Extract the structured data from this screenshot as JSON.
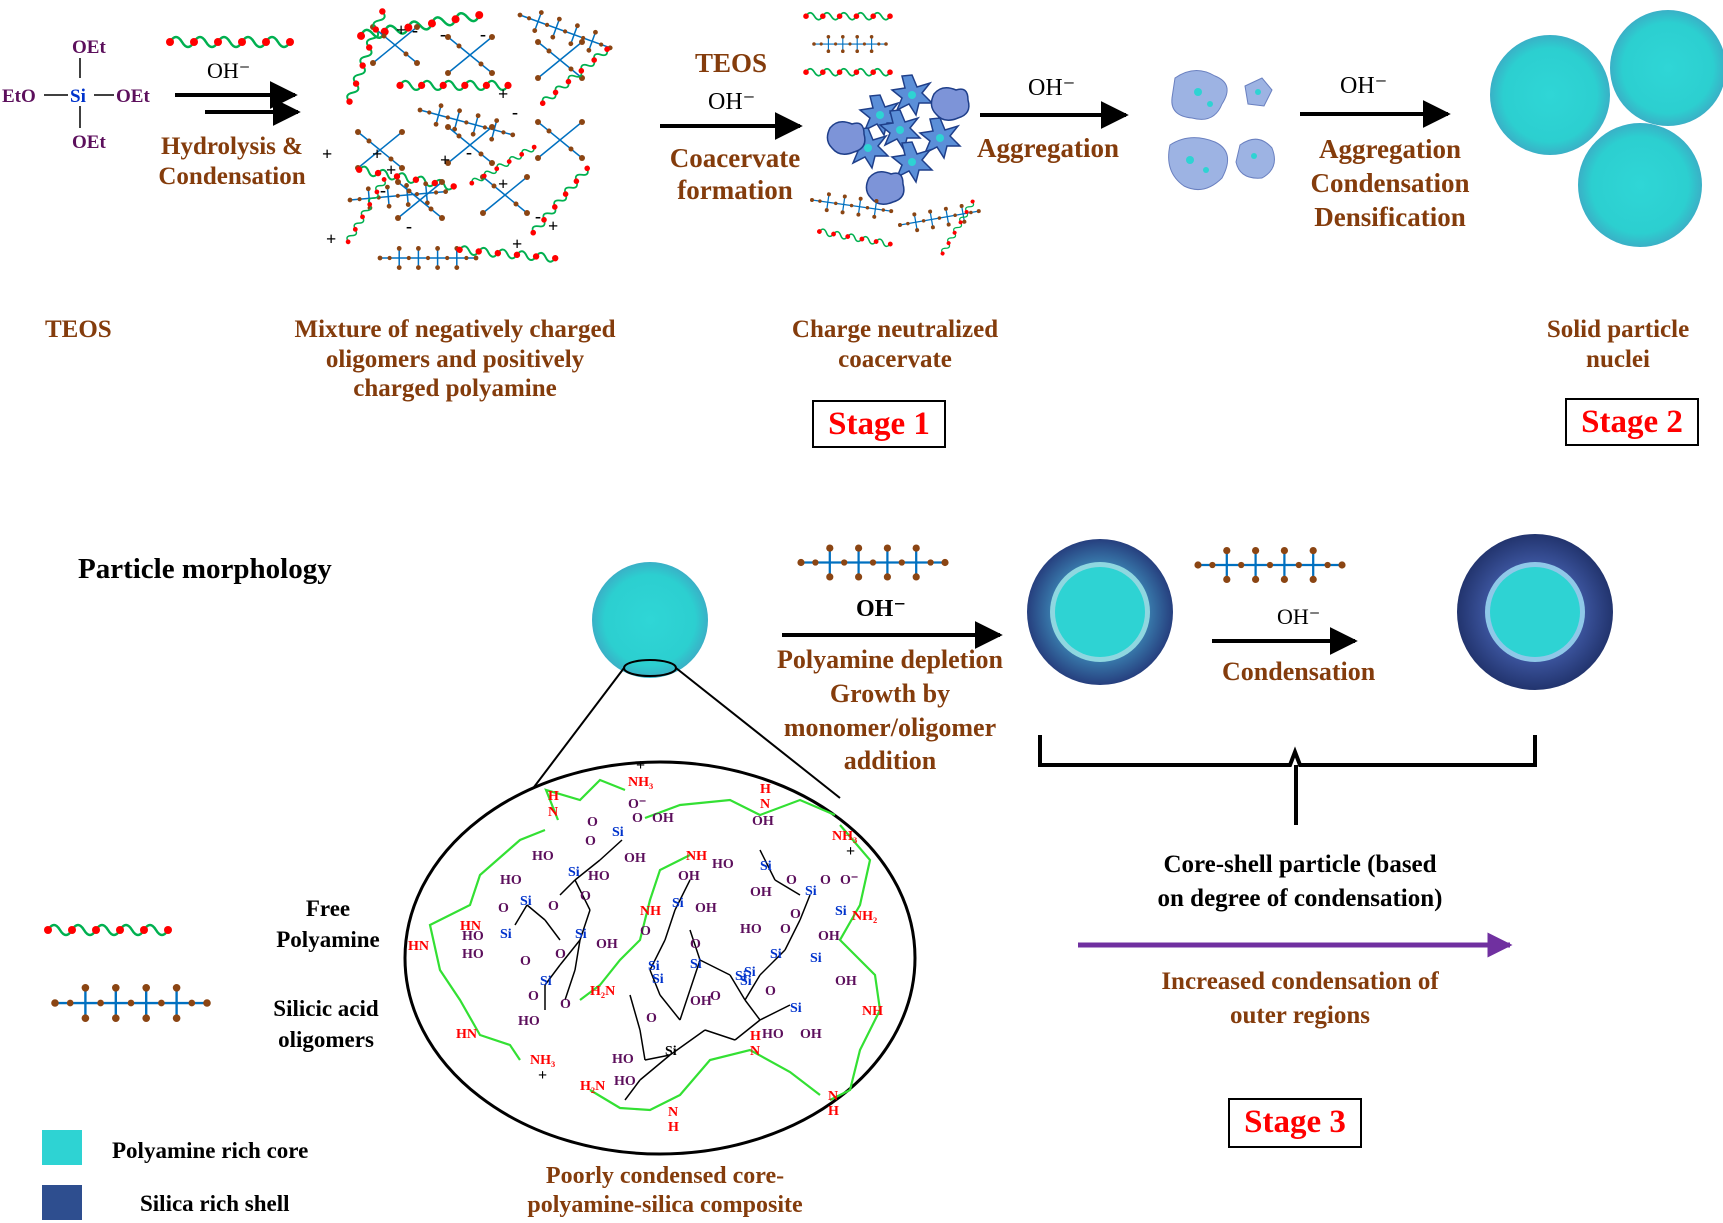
{
  "colors": {
    "label_brown": "#843c0c",
    "stage_red": "#ff0000",
    "core_cyan": "#2ed3d3",
    "shell_navy": "#2e4e8f",
    "polyamine_green": "#00b050",
    "polyamine_red_dot": "#ff0000",
    "silica_blue": "#0070c0",
    "silica_brown_dot": "#8b4513",
    "arrow_purple": "#7030a0",
    "coacervate_lavender": "#9db3e3"
  },
  "teos_molecule": {
    "top": "OEt",
    "left": "EtO",
    "center": "Si",
    "right": "OEt",
    "bottom": "OEt"
  },
  "top_row": {
    "oh_label": "OH⁻",
    "step1_label": "Hydrolysis &\nCondensation",
    "teos_caption": "TEOS",
    "mixture_caption": "Mixture of negatively charged\noligomers and positively\ncharged polyamine",
    "coacervate_reagent": "TEOS",
    "coacervate_oh": "OH⁻",
    "coacervate_label": "Coacervate\nformation",
    "coacervate_caption": "Charge neutralized\ncoacervate",
    "aggregation_oh": "OH⁻",
    "aggregation_label": "Aggregation",
    "densification_oh": "OH⁻",
    "densification_label": "Aggregation\nCondensation\nDensification",
    "nuclei_caption": "Solid particle\nnuclei",
    "stage1": "Stage 1",
    "stage2": "Stage 2",
    "charge_plus": "+",
    "charge_minus": "-"
  },
  "bottom_row": {
    "heading": "Particle morphology",
    "growth_oh": "OH⁻",
    "growth_label": "Polyamine depletion\nGrowth by\nmonomer/oligomer\naddition",
    "condensation_oh": "OH⁻",
    "condensation_label": "Condensation",
    "coreshell_caption": "Core-shell particle (based\non degree of condensation)",
    "increase_caption": "Increased condensation of\nouter regions",
    "composite_caption": "Poorly condensed core-\npolyamine-silica composite",
    "stage3": "Stage 3"
  },
  "legend": {
    "free_polyamine": "Free\nPolyamine",
    "silicic_acid": "Silicic acid\noligomers",
    "core_label": "Polyamine rich core",
    "shell_label": "Silica rich shell"
  },
  "zoom_chemistry": {
    "si": "Si",
    "o": "O",
    "oh": "OH",
    "ho": "HO",
    "o_minus": "O⁻",
    "nh": "NH",
    "hn": "HN",
    "nh2": "NH₂",
    "h2n": "H₂N",
    "nh3": "NH₃",
    "h": "H",
    "n": "N",
    "plus": "+",
    "minus": "−"
  }
}
